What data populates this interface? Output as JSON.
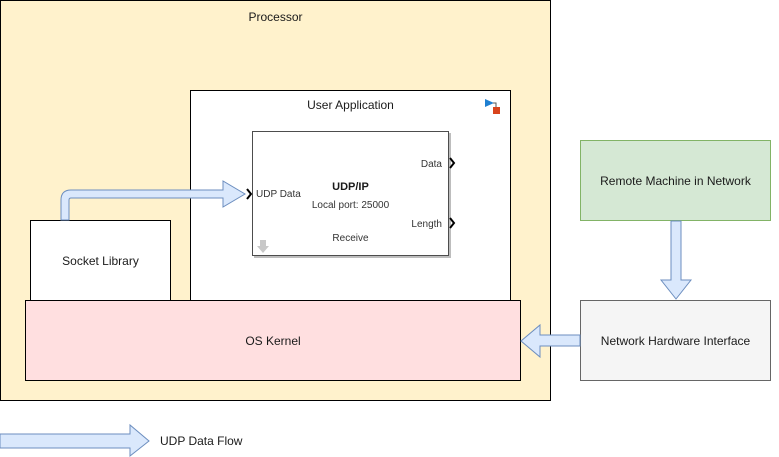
{
  "diagram": {
    "processor": {
      "label": "Processor"
    },
    "user_application": {
      "label": "User Application",
      "icon": "simulink-model-icon"
    },
    "udp_block": {
      "title": "UDP/IP",
      "subtitle": "Local port: 25000",
      "mode": "Receive",
      "input_port": "UDP Data",
      "output_ports": [
        "Data",
        "Length"
      ],
      "corner_icon": "down-arrow-icon"
    },
    "socket_library": {
      "label": "Socket Library"
    },
    "os_kernel": {
      "label": "OS Kernel"
    },
    "remote_machine": {
      "label": "Remote Machine in Network"
    },
    "network_hardware": {
      "label": "Network Hardware Interface"
    },
    "legend": {
      "label": "UDP Data Flow"
    },
    "colors": {
      "processor_fill": "#fff2cc",
      "kernel_fill": "#ffdfe0",
      "remote_fill": "#d5e8d4",
      "remote_stroke": "#82b366",
      "nhi_fill": "#f5f5f5",
      "nhi_stroke": "#666666",
      "arrow_fill": "#dae8fc",
      "arrow_stroke": "#6c8ebf"
    },
    "edges": [
      {
        "from": "Socket Library",
        "to": "UDP/IP (UDP Data)"
      },
      {
        "from": "Remote Machine in Network",
        "to": "Network Hardware Interface"
      },
      {
        "from": "Network Hardware Interface",
        "to": "OS Kernel"
      }
    ]
  }
}
